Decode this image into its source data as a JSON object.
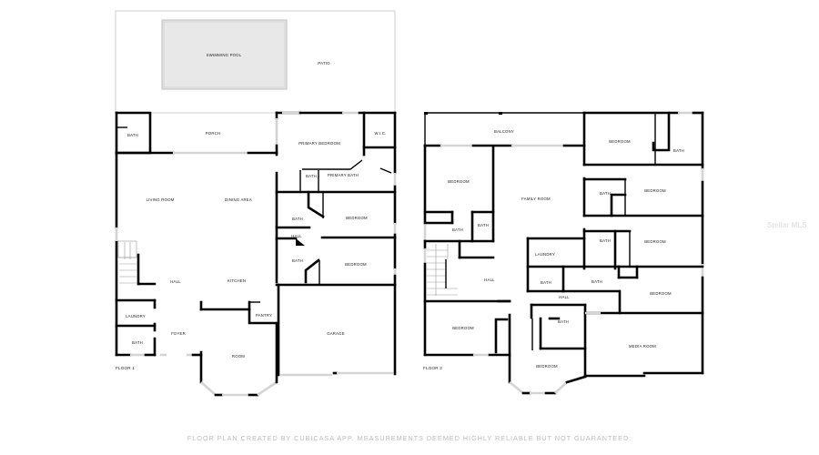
{
  "floor_plan": {
    "outdoor": {
      "pool_label": "SWIMMING POOL",
      "patio_label": "PATIO"
    },
    "floor1": {
      "label": "FLOOR 1",
      "rooms": {
        "bath_top": "BATH",
        "porch": "PORCH",
        "primary_bedroom": "PRIMARY BEDROOM",
        "wic": "W.I.C.",
        "primary_bath": "PRIMARY BATH",
        "bath_primary_small": "BATH",
        "living_room": "LIVING ROOM",
        "dining_area": "DINING AREA",
        "bath_mid": "BATH",
        "bedroom_mid": "BEDROOM",
        "hall_right": "HALL",
        "bath_lower": "BATH",
        "bedroom_lower": "BEDROOM",
        "hall": "HALL",
        "kitchen": "KITCHEN",
        "laundry": "LAUNDRY",
        "pantry": "PANTRY",
        "foyer": "FOYER",
        "bath_bottom": "BATH",
        "room": "ROOM",
        "garage": "GARAGE"
      }
    },
    "floor2": {
      "label": "FLOOR 2",
      "rooms": {
        "balcony": "BALCONY",
        "bedroom_top_right": "BEDROOM",
        "bath_top_right": "BATH",
        "bedroom_left": "BEDROOM",
        "family_room": "FAMILY ROOM",
        "bath_r2": "BATH",
        "bedroom_r2": "BEDROOM",
        "bath_left_a": "BATH",
        "bath_left_b": "BATH",
        "bath_r3": "BATH",
        "bedroom_r3": "BEDROOM",
        "laundry": "LAUNDRY",
        "hall_left": "HALL",
        "bath_center_a": "BATH",
        "bath_center_b": "BATH",
        "bedroom_r4": "BEDROOM",
        "hall_center": "HALL",
        "bedroom_bottom_left": "BEDROOM",
        "bath_bottom": "BATH",
        "media_room": "MEDIA ROOM",
        "bedroom_bottom": "BEDROOM"
      }
    }
  },
  "footer_text": "FLOOR PLAN CREATED BY CUBICASA APP. MEASUREMENTS DEEMED HIGHLY RELIABLE BUT NOT GUARANTEED.",
  "watermark": "Stellar MLS",
  "colors": {
    "wall": "#000000",
    "pool_fill": "#e8e8e8",
    "window": "#d4d4d4",
    "footer_text": "#bdbdbd"
  }
}
